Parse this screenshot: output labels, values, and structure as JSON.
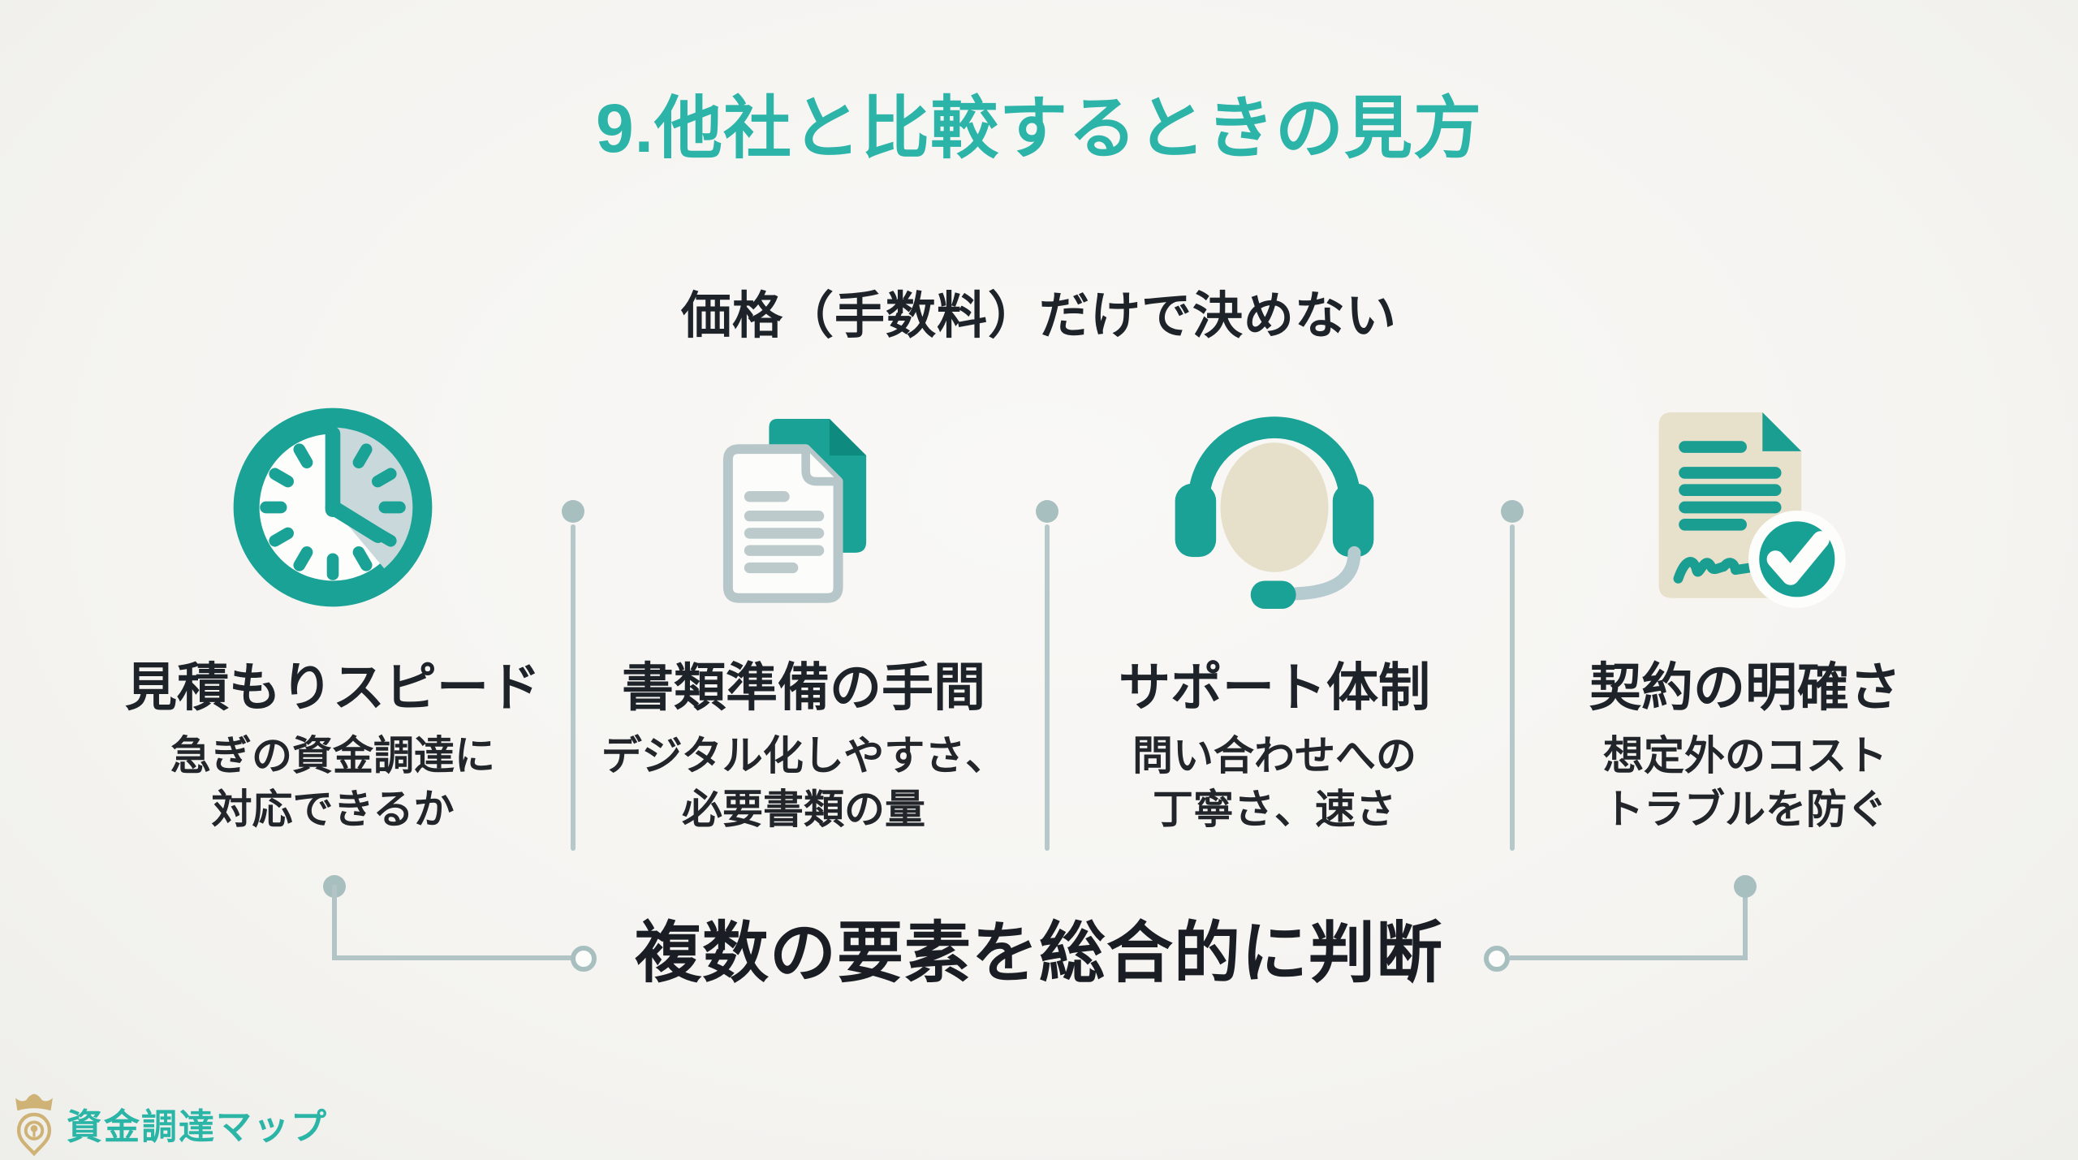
{
  "title": "9.他社と比較するときの見方",
  "subtitle": "価格（手数料）だけで決めない",
  "columns": [
    {
      "icon": "clock-icon",
      "heading": "見積もりスピード",
      "desc_line1": "急ぎの資金調達に",
      "desc_line2": "対応できるか"
    },
    {
      "icon": "documents-icon",
      "heading": "書類準備の手間",
      "desc_line1": "デジタル化しやすさ、",
      "desc_line2": "必要書類の量"
    },
    {
      "icon": "headset-icon",
      "heading": "サポート体制",
      "desc_line1": "問い合わせへの",
      "desc_line2": "丁寧さ、速さ"
    },
    {
      "icon": "contract-icon",
      "heading": "契約の明確さ",
      "desc_line1": "想定外のコスト",
      "desc_line2": "トラブルを防ぐ"
    }
  ],
  "conclusion": "複数の要素を総合的に判断",
  "footer": {
    "brand": "資金調達マップ"
  },
  "colors": {
    "title_teal": "#2CB4A9",
    "icon_teal": "#19A295",
    "dark_text": "#1D2329",
    "connector_line": "#B2C4C5",
    "connector_dot": "#A8BFC0",
    "beige": "#E6DFC9",
    "light_shade": "#C9D9DB",
    "background": "#F6F5F2",
    "logo_gold": "#CFB376"
  }
}
